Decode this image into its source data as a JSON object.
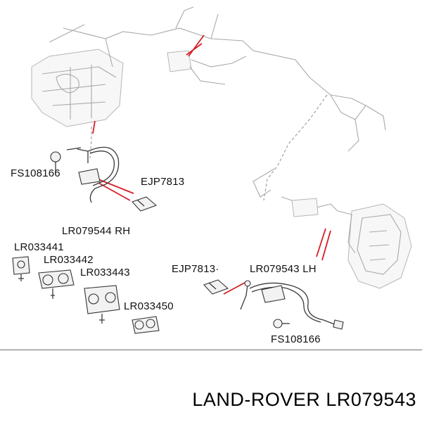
{
  "labels": {
    "fs108166_top": "FS108166",
    "ejp7813_top": "EJP7813",
    "lr079544": "LR079544 RH",
    "lr033441": "LR033441",
    "lr033442": "LR033442",
    "lr033443": "LR033443",
    "lr033450": "LR033450",
    "ejp7813_bottom": "EJP7813·",
    "lr079543": "LR079543 LH",
    "fs108166_bottom": "FS108166"
  },
  "footer": {
    "title": "LAND-ROVER LR079543"
  },
  "colors": {
    "callout": "#d61f26",
    "rule": "#6e6e6e"
  }
}
